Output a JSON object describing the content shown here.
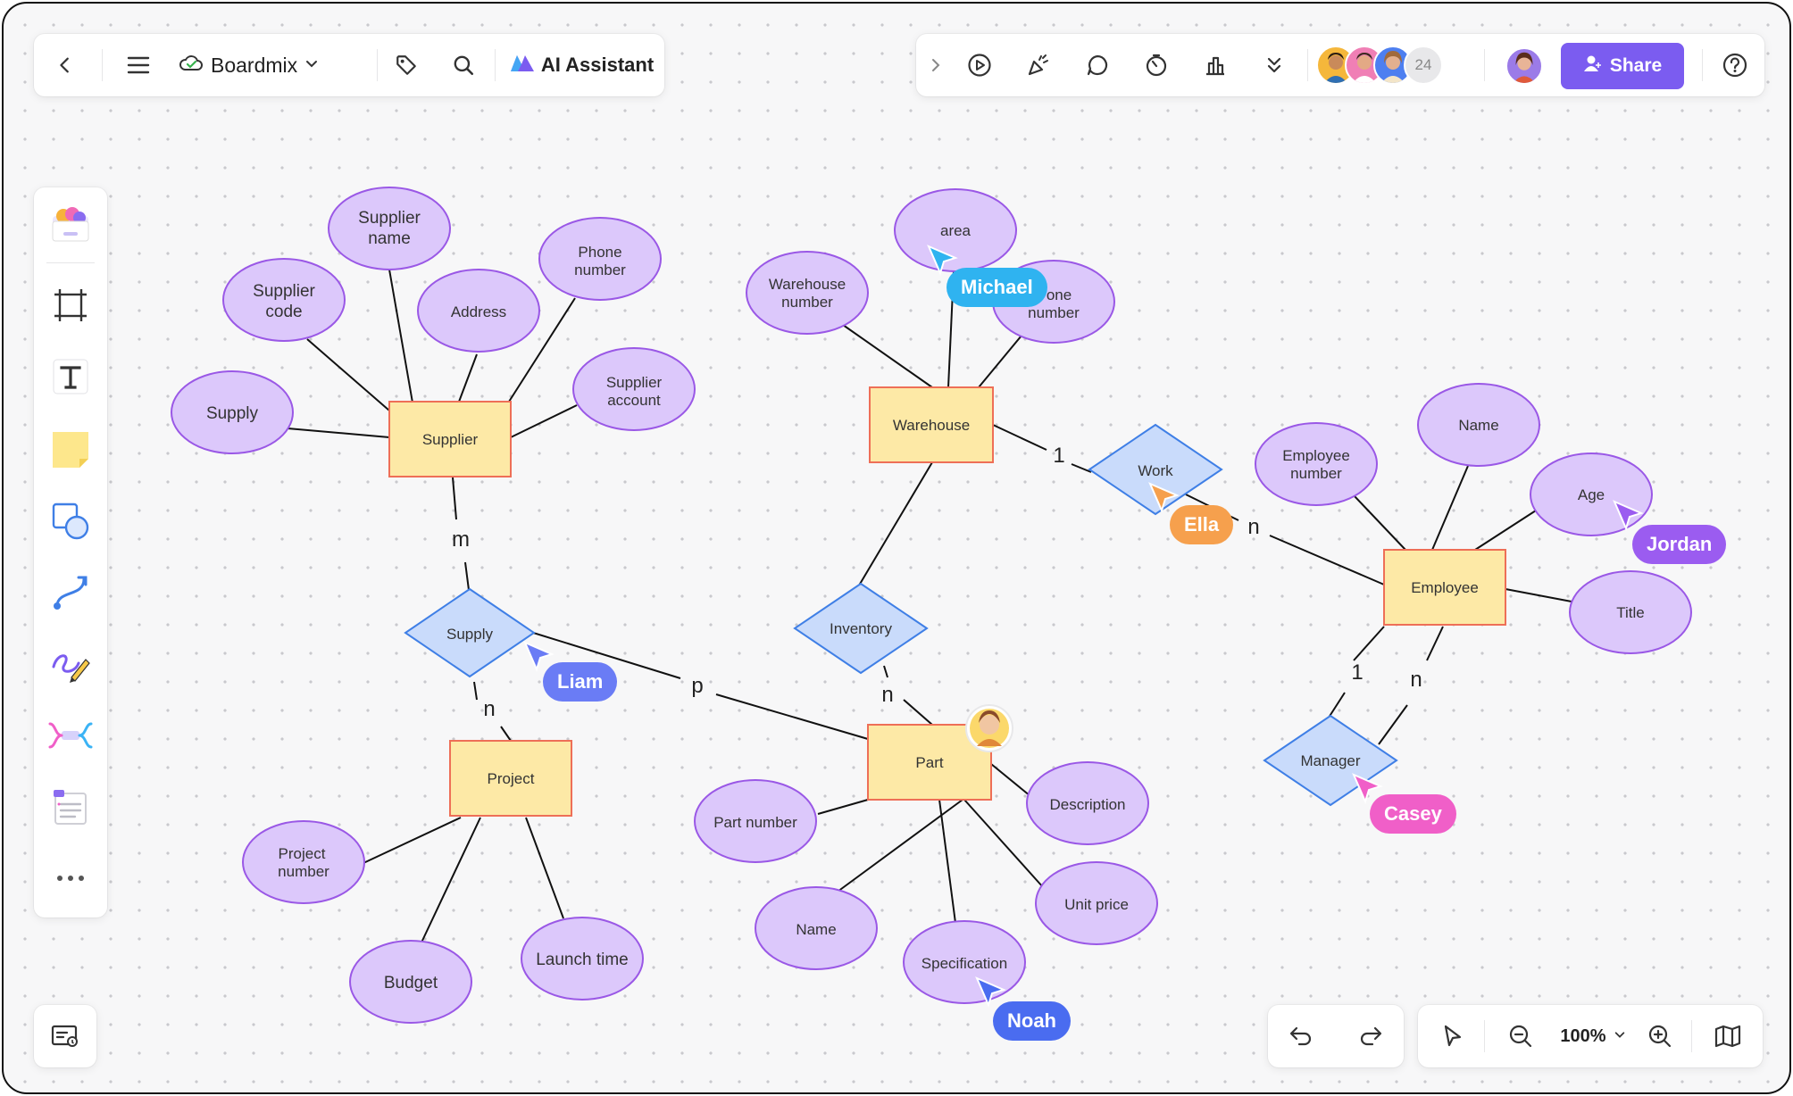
{
  "app": {
    "name": "Boardmix",
    "ai_assistant": "AI Assistant",
    "share_label": "Share",
    "collaborator_count": "24",
    "zoom": "100%"
  },
  "toolbar": {
    "left": [
      "back-icon",
      "menu-icon",
      "cloud-icon",
      "chevron-down-icon",
      "tag-icon",
      "search-icon",
      "ai-logo-icon"
    ],
    "right": [
      "chevron-right-icon",
      "play-icon",
      "celebrate-icon",
      "comment-icon",
      "timer-icon",
      "vote-icon",
      "more-down-icon",
      "help-icon"
    ]
  },
  "sidebar": [
    "template-icon",
    "frame-icon",
    "text-icon",
    "sticky-note-icon",
    "shape-icon",
    "connector-icon",
    "pen-icon",
    "mindmap-icon",
    "list-icon",
    "more-icon"
  ],
  "colors": {
    "accent": "#7b5cf0",
    "entity_fill": "#fde9a6",
    "entity_stroke": "#ee6f57",
    "attr_fill": "#dcc8fb",
    "attr_stroke": "#9a58e6",
    "rel_fill": "#c9dbfb",
    "rel_stroke": "#3f7fe6"
  },
  "diagram": {
    "entities": [
      {
        "id": "supplier",
        "label": "Supplier"
      },
      {
        "id": "warehouse",
        "label": "Warehouse"
      },
      {
        "id": "employee",
        "label": "Employee"
      },
      {
        "id": "project",
        "label": "Project"
      },
      {
        "id": "part",
        "label": "Part"
      }
    ],
    "relationships": [
      {
        "id": "supply",
        "label": "Supply"
      },
      {
        "id": "inventory",
        "label": "Inventory"
      },
      {
        "id": "work",
        "label": "Work"
      },
      {
        "id": "manager",
        "label": "Manager"
      }
    ],
    "attributes": [
      {
        "id": "supplier-name",
        "lines": [
          "Supplier",
          "name"
        ]
      },
      {
        "id": "supplier-code",
        "lines": [
          "Supplier",
          "code"
        ]
      },
      {
        "id": "address",
        "lines": [
          "Address"
        ]
      },
      {
        "id": "phone-number-1",
        "lines": [
          "Phone",
          "number"
        ]
      },
      {
        "id": "supplier-account",
        "lines": [
          "Supplier",
          "account"
        ]
      },
      {
        "id": "supply-attr",
        "lines": [
          "Supply"
        ]
      },
      {
        "id": "area",
        "lines": [
          "area"
        ]
      },
      {
        "id": "warehouse-number",
        "lines": [
          "Warehouse",
          "number"
        ]
      },
      {
        "id": "phone-number-2",
        "lines": [
          "one",
          "number"
        ]
      },
      {
        "id": "employee-number",
        "lines": [
          "Employee",
          "number"
        ]
      },
      {
        "id": "emp-name",
        "lines": [
          "Name"
        ]
      },
      {
        "id": "age",
        "lines": [
          "Age"
        ]
      },
      {
        "id": "title",
        "lines": [
          "Title"
        ]
      },
      {
        "id": "project-number",
        "lines": [
          "Project",
          "number"
        ]
      },
      {
        "id": "budget",
        "lines": [
          "Budget"
        ]
      },
      {
        "id": "launch-time",
        "lines": [
          "Launch time"
        ]
      },
      {
        "id": "part-number",
        "lines": [
          "Part number"
        ]
      },
      {
        "id": "description",
        "lines": [
          "Description"
        ]
      },
      {
        "id": "unit-price",
        "lines": [
          "Unit price"
        ]
      },
      {
        "id": "part-name",
        "lines": [
          "Name"
        ]
      },
      {
        "id": "specification",
        "lines": [
          "Specification"
        ]
      }
    ],
    "cardinalities": [
      "m",
      "n",
      "p",
      "n",
      "1",
      "n",
      "1",
      "n"
    ]
  },
  "cursors": [
    {
      "name": "Michael",
      "color": "#2fb3f0"
    },
    {
      "name": "Ella",
      "color": "#f6a04d"
    },
    {
      "name": "Jordan",
      "color": "#9b5cf0"
    },
    {
      "name": "Liam",
      "color": "#6a7cf5"
    },
    {
      "name": "Casey",
      "color": "#f05fc8"
    },
    {
      "name": "Noah",
      "color": "#4a6cf0"
    }
  ]
}
